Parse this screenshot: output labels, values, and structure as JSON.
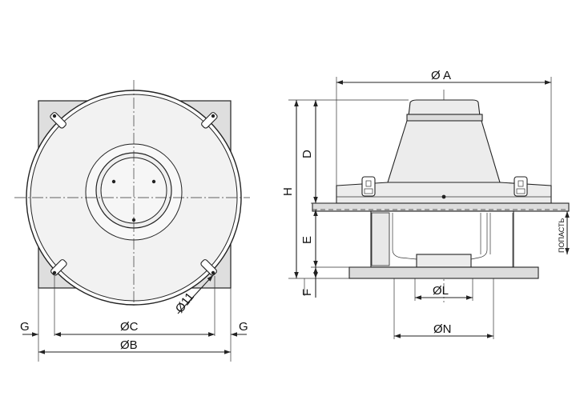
{
  "diagram": {
    "labels": {
      "dia_a": "Ø A",
      "dia_b": "ØB",
      "dia_c": "ØC",
      "dia_l": "ØL",
      "dia_n": "ØN",
      "g_left": "G",
      "g_right": "G",
      "h": "H",
      "d": "D",
      "e": "E",
      "f": "F",
      "hole": "Ø11",
      "flow": "ПОПАСТЬ"
    }
  }
}
